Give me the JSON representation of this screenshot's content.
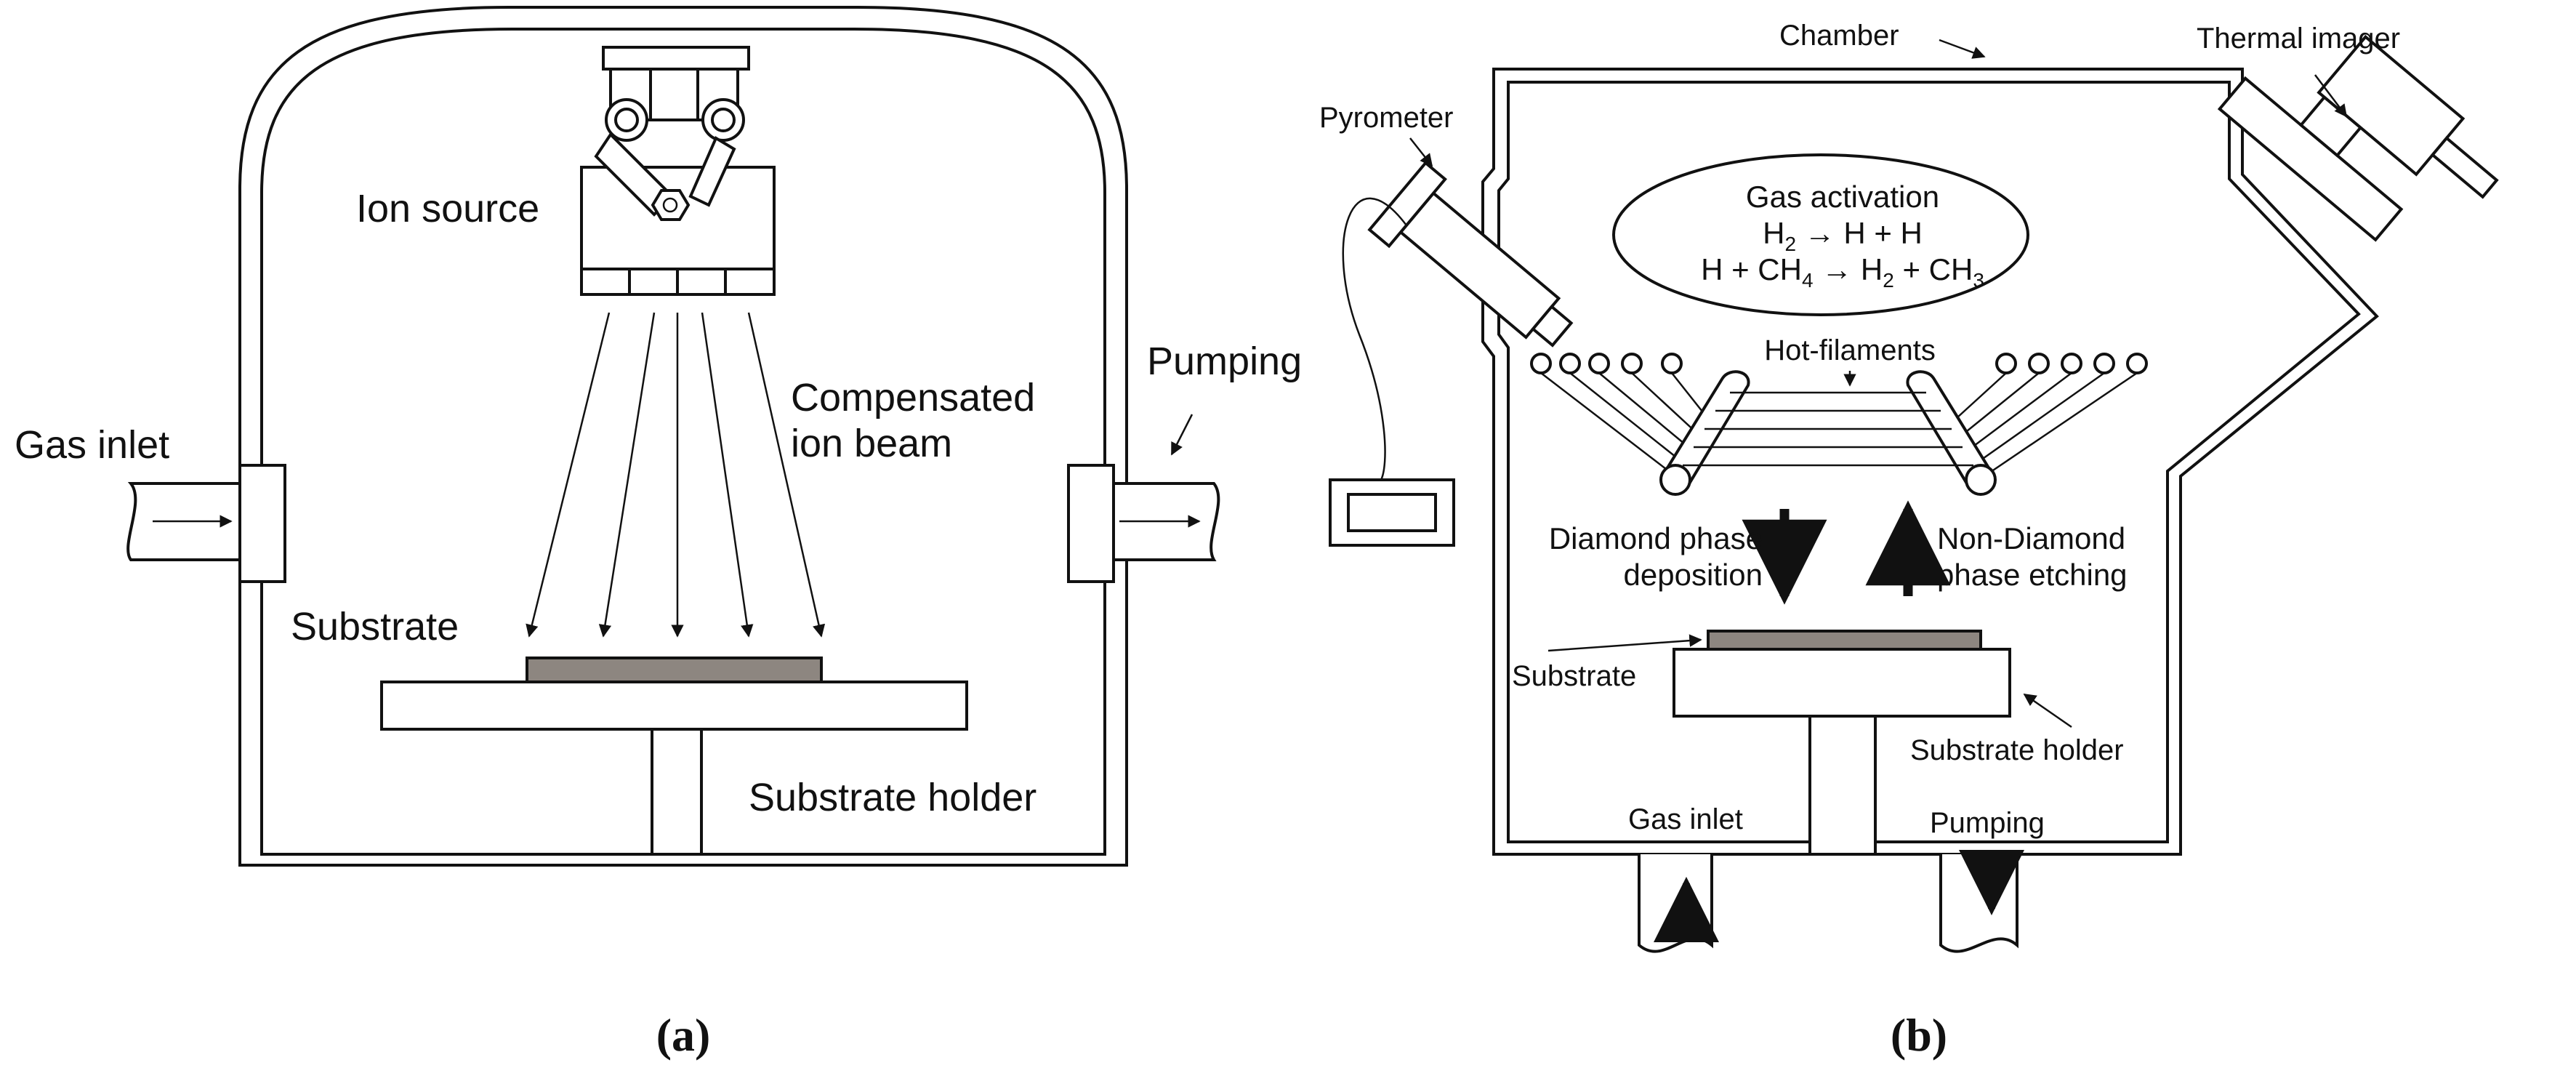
{
  "panel_a": {
    "caption": "(a)",
    "ion_source": "Ion source",
    "beam_line1": "Compensated",
    "beam_line2": "ion beam",
    "gas_inlet": "Gas inlet",
    "pumping": "Pumping",
    "substrate": "Substrate",
    "substrate_holder": "Substrate holder"
  },
  "panel_b": {
    "caption": "(b)",
    "chamber": "Chamber",
    "thermal_imager": "Thermal imager",
    "pyrometer": "Pyrometer",
    "gas_activation": "Gas activation",
    "reaction1": {
      "r1": "H",
      "r1_sub": "2",
      "arrow": " → ",
      "p1": "H + H"
    },
    "reaction2": {
      "a": "H + CH",
      "a_sub": "4",
      "arrow": " → ",
      "b": "H",
      "b_sub": "2",
      "c": " + CH",
      "c_sub": "3"
    },
    "hot_filaments": "Hot-filaments",
    "diamond_line1": "Diamond phase",
    "diamond_line2": "deposition",
    "nondiamond_line1": "Non-Diamond",
    "nondiamond_line2": "phase etching",
    "substrate": "Substrate",
    "substrate_holder": "Substrate holder",
    "gas_inlet": "Gas inlet",
    "pumping": "Pumping"
  },
  "colors": {
    "line": "#111111",
    "substrate_fill": "#8d8680",
    "background": "#ffffff"
  }
}
